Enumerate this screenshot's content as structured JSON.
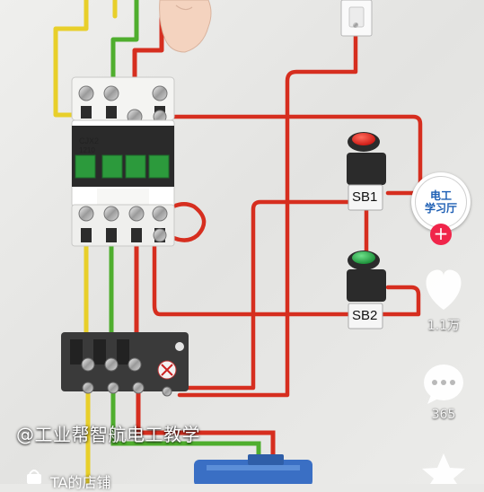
{
  "colors": {
    "wire_red": "#d62e1f",
    "wire_green": "#4fae2e",
    "wire_yellow": "#e8cf2a",
    "button_red": "#e0201c",
    "button_green": "#27a845",
    "contactor_body": "#f4f4f2",
    "contactor_green": "#2c9a3c",
    "overload_relay": "#3a3a3a",
    "motor_blue": "#3a6fc4",
    "follow_pink": "#f0254a",
    "avatar_text": "#1e5fb4"
  },
  "diagram": {
    "contactor": {
      "model": "CJX2",
      "rating": "1210"
    },
    "buttons": [
      {
        "id": "SB1",
        "label": "SB1",
        "color": "red"
      },
      {
        "id": "SB2",
        "label": "SB2",
        "color": "green"
      }
    ]
  },
  "creator": {
    "avatar_line1": "电工",
    "avatar_line2": "学习厅",
    "follow_symbol": "+"
  },
  "actions": {
    "like_icon": "heart-icon",
    "like_count": "1.1万",
    "comment_icon": "comment-icon",
    "comment_count": "365",
    "favorite_icon": "star-icon"
  },
  "caption": {
    "author": "@工业帮智航电工教学",
    "shop_icon": "shop-bag-icon",
    "shop_label": "TA的店铺"
  }
}
